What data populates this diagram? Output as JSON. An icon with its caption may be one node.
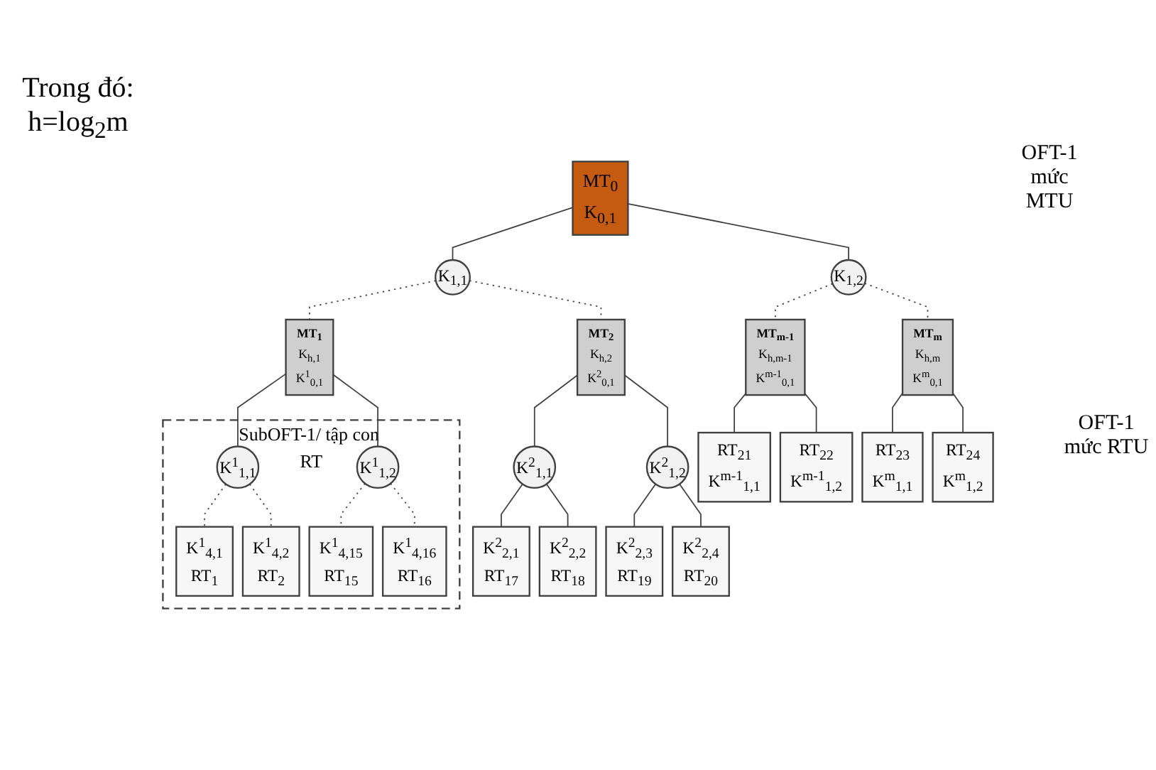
{
  "diagram": {
    "nodes": [
      {
        "text": [
          "MT$_{0}$",
          "K$_{0,1}$"
        ]
      },
      {
        "text": [
          "K$_{1,1}$"
        ]
      },
      {
        "text": [
          "K$_{1,2}$"
        ]
      },
      {
        "text": [
          "MT$_{1}$",
          "K$_{h,1}$",
          "K$^{1}$$_{0,1}$"
        ]
      },
      {
        "text": [
          "MT$_{2}$",
          "K$_{h,2}$",
          "K$^{2}$$_{0,1}$"
        ]
      },
      {
        "text": [
          "MT$_{m-1}$",
          "K$_{h,m-1}$",
          "K$^{m-1}$$_{0,1}$"
        ]
      },
      {
        "text": [
          "MT$_{m}$",
          "K$_{h,m}$",
          "K$^{m}$$_{0,1}$"
        ]
      },
      {
        "text": [
          "SubOFT-1/ tập con RT"
        ]
      },
      {
        "text": [
          "K$^{1}$$_{1,1}$"
        ],
        "in": 7
      },
      {
        "text": [
          "K$^{1}$$_{1,2}$"
        ],
        "in": 7
      },
      {
        "text": [
          "K$^{2}$$_{1,1}$"
        ]
      },
      {
        "text": [
          "K$^{2}$$_{1,2}$"
        ]
      },
      {
        "text": [
          "RT$_{21}$",
          "K$^{m-1}$$_{1,1}$"
        ]
      },
      {
        "text": [
          "RT$_{22}$",
          "K$^{m-1}$$_{1,2}$"
        ]
      },
      {
        "text": [
          "RT$_{23}$",
          "K$^{m}$$_{1,1}$"
        ]
      },
      {
        "text": [
          "RT$_{24}$",
          "K$^{m}$$_{1,2}$"
        ]
      },
      {
        "text": [
          "K$^{2}$$_{2,1}$",
          "RT$_{17}$"
        ]
      },
      {
        "text": [
          "K$^{2}$$_{2,2}$",
          "RT$_{18}$"
        ]
      },
      {
        "text": [
          "K$^{2}$$_{2,3}$",
          "RT$_{19}$"
        ]
      },
      {
        "text": [
          "K$^{2}$$_{2,4}$",
          "RT$_{20}$"
        ]
      },
      {
        "text": [
          "K$^{1}$$_{4,1}$",
          "RT$_{1}$"
        ],
        "in": 7
      },
      {
        "text": [
          "K$^{1}$$_{4,2}$",
          "RT$_{2}$"
        ],
        "in": 7
      },
      {
        "text": [
          "K$^{1}$$_{4,15}$",
          "RT$_{15}$"
        ],
        "in": 7
      },
      {
        "text": [
          "K$^{1}$$_{4,16}$",
          "RT$_{16}$"
        ],
        "in": 7
      }
    ],
    "edges": [
      {
        "from": 0,
        "to": 1,
        "arrow": "none"
      },
      {
        "from": 0,
        "to": 2,
        "arrow": "none"
      },
      {
        "from": 1,
        "to": 3,
        "arrow": "none",
        "style": "dashed"
      },
      {
        "from": 1,
        "to": 4,
        "arrow": "none",
        "style": "dashed"
      },
      {
        "from": 2,
        "to": 5,
        "arrow": "none",
        "style": "dashed"
      },
      {
        "from": 2,
        "to": 6,
        "arrow": "none",
        "style": "dashed"
      },
      {
        "from": 3,
        "to": 8,
        "arrow": "none"
      },
      {
        "from": 3,
        "to": 9,
        "arrow": "none"
      },
      {
        "from": 4,
        "to": 10,
        "arrow": "none"
      },
      {
        "from": 4,
        "to": 11,
        "arrow": "none"
      },
      {
        "from": 5,
        "to": 12,
        "arrow": "none"
      },
      {
        "from": 5,
        "to": 13,
        "arrow": "none"
      },
      {
        "from": 6,
        "to": 14,
        "arrow": "none"
      },
      {
        "from": 6,
        "to": 15,
        "arrow": "none"
      },
      {
        "from": 10,
        "to": 16,
        "arrow": "none"
      },
      {
        "from": 10,
        "to": 17,
        "arrow": "none"
      },
      {
        "from": 11,
        "to": 18,
        "arrow": "none"
      },
      {
        "from": 11,
        "to": 19,
        "arrow": "none"
      },
      {
        "from": 8,
        "to": 20,
        "arrow": "none",
        "style": "dashed"
      },
      {
        "from": 8,
        "to": 21,
        "arrow": "none",
        "style": "dashed"
      },
      {
        "from": 9,
        "to": 22,
        "arrow": "none",
        "style": "dashed"
      },
      {
        "from": 9,
        "to": 23,
        "arrow": "none",
        "style": "dashed"
      }
    ],
    "labels": [
      "Trong đó: h=log$_{2}$m",
      "OFT-1 mức MTU",
      "OFT-1 mức RTU"
    ]
  }
}
